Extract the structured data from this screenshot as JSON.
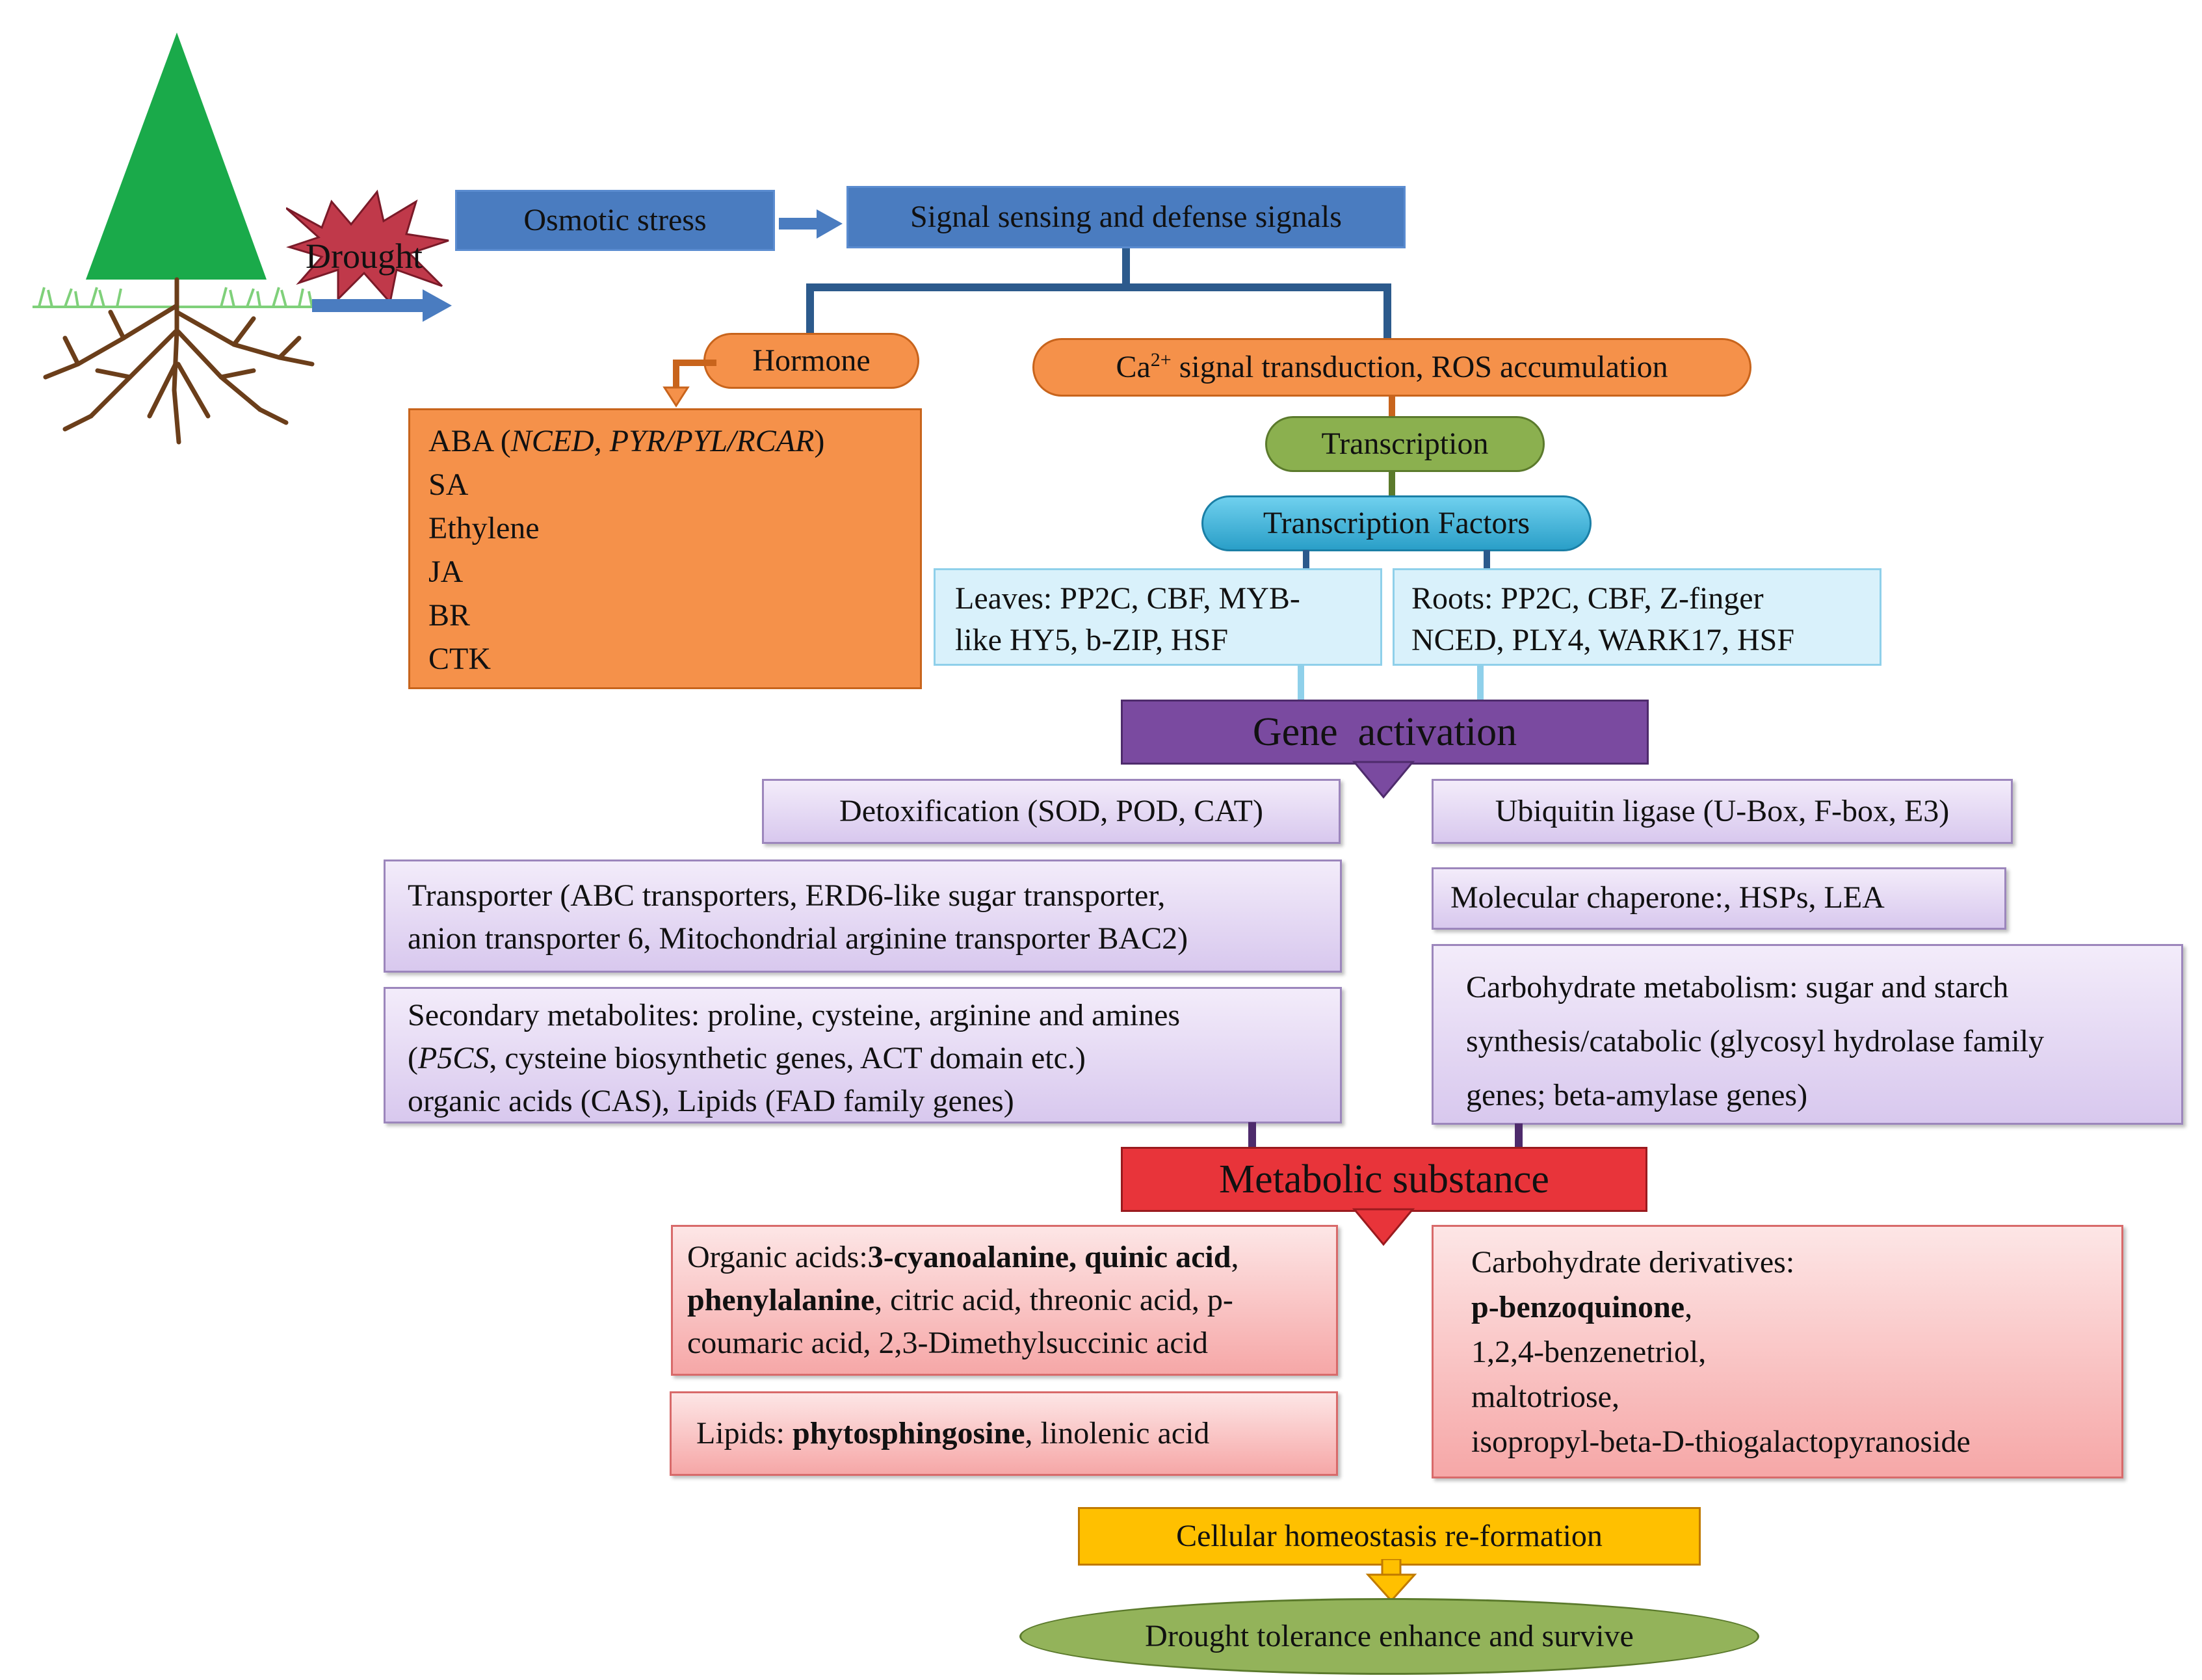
{
  "drought": "Drought",
  "osmotic_stress": "Osmotic stress",
  "signal_sensing": "Signal sensing and defense signals",
  "hormone": "Hormone",
  "hormone_list": {
    "aba_prefix": "ABA (",
    "aba_genes": "NCED, PYR/PYL/RCAR",
    "aba_suffix": ")",
    "items": [
      "SA",
      "Ethylene",
      "JA",
      "BR",
      "CTK"
    ]
  },
  "ca_signal": {
    "pre": "Ca",
    "sup": "2+",
    "post": " signal transduction, ROS accumulation"
  },
  "transcription": "Transcription",
  "transcription_factors": "Transcription Factors",
  "leaves": {
    "line1": "Leaves: PP2C, CBF, MYB-",
    "line2": "like HY5, b-ZIP, HSF"
  },
  "roots": {
    "line1": "Roots: PP2C, CBF, Z-finger",
    "line2": "NCED, PLY4, WARK17, HSF"
  },
  "gene_activation": "Gene  activation",
  "detox": "Detoxification (SOD, POD, CAT)",
  "ubiquitin": "Ubiquitin ligase (U-Box, F-box, E3)",
  "transporter": {
    "line1": "Transporter (ABC transporters, ERD6-like sugar transporter,",
    "line2": "anion transporter 6, Mitochondrial arginine transporter BAC2)"
  },
  "chaperone": "Molecular chaperone:, HSPs, LEA",
  "secondary": {
    "line1": "Secondary metabolites: proline, cysteine, arginine and amines",
    "line2_italic": "P5CS",
    "line2_pre": "(",
    "line2_rest": ", cysteine biosynthetic genes, ACT domain etc.)",
    "line3": "organic acids (CAS), Lipids (FAD family genes)"
  },
  "carbohydrate_metabolism": {
    "line1": "Carbohydrate metabolism: sugar and starch",
    "line2": "synthesis/catabolic (glycosyl hydrolase family",
    "line3": "genes; beta-amylase genes)"
  },
  "metabolic_substance": "Metabolic substance",
  "organic_acids": {
    "label": "Organic acids:",
    "bold1": "3-cyanoalanine, quinic acid",
    "comma1": ",",
    "bold2": "phenylalanine",
    "rest1": ", citric acid, threonic acid, p-",
    "line3": "coumaric acid, 2,3-Dimethylsuccinic acid"
  },
  "lipids": {
    "label": "Lipids: ",
    "bold": "phytosphingosine",
    "rest": ", linolenic acid"
  },
  "carb_derivatives": {
    "label": "Carbohydrate derivatives:",
    "bold": "p-benzoquinone",
    "comma": ",",
    "items": [
      "1,2,4-benzenetriol,",
      "maltotriose,",
      "isopropyl-beta-D-thiogalactopyranoside"
    ]
  },
  "homeostasis": "Cellular homeostasis re-formation",
  "tolerance": "Drought tolerance enhance and survive",
  "colors": {
    "blue": "#4a7cc0",
    "orange": "#f5914a",
    "green": "#8bb04f",
    "purple": "#7a4aa0",
    "red": "#e8343a",
    "yellow": "#ffc000",
    "tree": "#1aaa4a"
  }
}
